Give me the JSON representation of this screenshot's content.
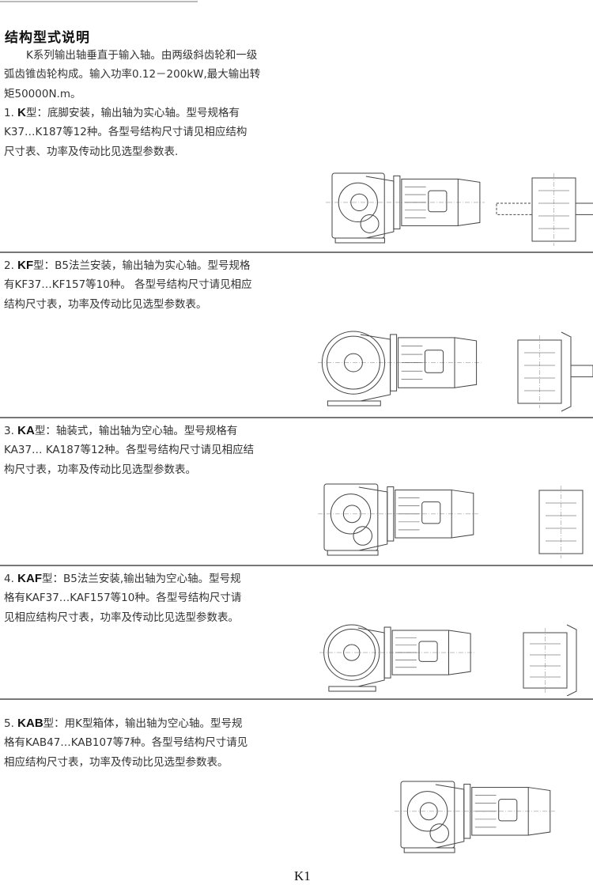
{
  "title": "结构型式说明",
  "intro": [
    "K系列输出轴垂直于输入轴。由两级斜齿轮和一级",
    "弧齿锥齿轮构成。输入功率0.12－200kW,最大输出转",
    "矩50000N.m。"
  ],
  "items": [
    {
      "num": "1. ",
      "code": "K",
      "first": "型：底脚安装，输出轴为实心轴。型号规格有",
      "lines": [
        "K37…K187等12种。各型号结构尺寸请见相应结构",
        "尺寸表、功率及传动比见选型参数表."
      ]
    },
    {
      "num": "2. ",
      "code": "KF",
      "first": "型：B5法兰安装，输出轴为实心轴。型号规格",
      "lines": [
        "有KF37…KF157等10种。 各型号结构尺寸请见相应",
        "结构尺寸表，功率及传动比见选型参数表。"
      ]
    },
    {
      "num": "3. ",
      "code": "KA",
      "first": "型：轴装式，输出轴为空心轴。型号规格有",
      "lines": [
        "KA37… KA187等12种。各型号结构尺寸请见相应结",
        "构尺寸表，功率及传动比见选型参数表。"
      ]
    },
    {
      "num": "4. ",
      "code": "KAF",
      "first": "型：B5法兰安装,输出轴为空心轴。型号规",
      "lines": [
        "格有KAF37…KAF157等10种。各型号结构尺寸请",
        "见相应结构尺寸表，功率及传动比见选型参数表。"
      ]
    },
    {
      "num": "5. ",
      "code": "KAB",
      "first": "型：用K型箱体，输出轴为空心轴。型号规",
      "lines": [
        "格有KAB47…KAB107等7种。各型号结构尺寸请见",
        "相应结构尺寸表，功率及传动比见选型参数表。"
      ]
    }
  ],
  "page_number": "K1"
}
